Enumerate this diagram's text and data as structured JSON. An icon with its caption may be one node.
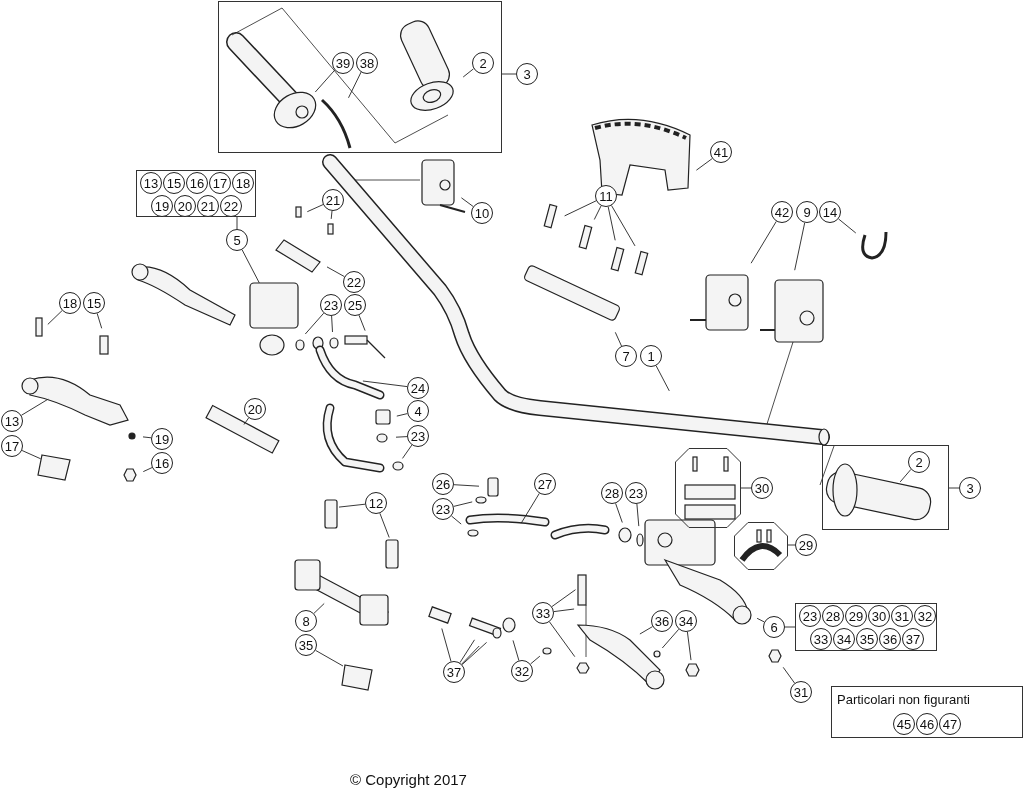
{
  "diagram": {
    "nodes": [
      {
        "text": [],
        "shape": "box"
      },
      {
        "text": [
          "39"
        ],
        "in": 0
      },
      {
        "text": [
          "38"
        ],
        "in": 0
      },
      {
        "text": [
          "2"
        ],
        "in": 0
      },
      {
        "text": [
          "3"
        ]
      },
      {
        "text": [],
        "shape": "box"
      },
      {
        "text": [
          "13"
        ],
        "in": 5
      },
      {
        "text": [
          "15"
        ],
        "in": 5
      },
      {
        "text": [
          "16"
        ],
        "in": 5
      },
      {
        "text": [
          "17"
        ],
        "in": 5
      },
      {
        "text": [
          "18"
        ],
        "in": 5
      },
      {
        "text": [
          "19"
        ],
        "in": 5
      },
      {
        "text": [
          "20"
        ],
        "in": 5
      },
      {
        "text": [
          "21"
        ],
        "in": 5
      },
      {
        "text": [
          "22"
        ],
        "in": 5
      },
      {
        "text": [
          "10"
        ]
      },
      {
        "text": [
          "41"
        ]
      },
      {
        "text": [
          "5"
        ]
      },
      {
        "text": [
          "21"
        ]
      },
      {
        "text": [
          "11"
        ]
      },
      {
        "text": [
          "42"
        ]
      },
      {
        "text": [
          "9"
        ]
      },
      {
        "text": [
          "14"
        ]
      },
      {
        "text": [
          "22"
        ]
      },
      {
        "text": [
          "18"
        ]
      },
      {
        "text": [
          "15"
        ]
      },
      {
        "text": [
          "23"
        ]
      },
      {
        "text": [
          "25"
        ]
      },
      {
        "text": [
          "7"
        ]
      },
      {
        "text": [
          "1"
        ]
      },
      {
        "text": [
          "24"
        ]
      },
      {
        "text": [
          "4"
        ]
      },
      {
        "text": [
          "13"
        ]
      },
      {
        "text": [
          "20"
        ]
      },
      {
        "text": [
          "23"
        ]
      },
      {
        "text": [
          "17"
        ]
      },
      {
        "text": [
          "19"
        ]
      },
      {
        "text": [
          "16"
        ]
      },
      {
        "text": [],
        "shape": "box"
      },
      {
        "text": [
          "2"
        ],
        "in": 38
      },
      {
        "text": [
          "3"
        ]
      },
      {
        "text": [],
        "shape": "octagon"
      },
      {
        "text": [
          "30"
        ]
      },
      {
        "text": [
          "26"
        ]
      },
      {
        "text": [
          "27"
        ]
      },
      {
        "text": [
          "28"
        ]
      },
      {
        "text": [
          "23"
        ]
      },
      {
        "text": [
          "23"
        ]
      },
      {
        "text": [
          "12"
        ]
      },
      {
        "text": [],
        "shape": "octagon"
      },
      {
        "text": [
          "29"
        ]
      },
      {
        "text": [
          "8"
        ]
      },
      {
        "text": [
          "33"
        ]
      },
      {
        "text": [
          "36"
        ]
      },
      {
        "text": [
          "34"
        ]
      },
      {
        "text": [
          "6"
        ]
      },
      {
        "text": [],
        "shape": "box"
      },
      {
        "text": [
          "23"
        ],
        "in": 56
      },
      {
        "text": [
          "28"
        ],
        "in": 56
      },
      {
        "text": [
          "29"
        ],
        "in": 56
      },
      {
        "text": [
          "30"
        ],
        "in": 56
      },
      {
        "text": [
          "31"
        ],
        "in": 56
      },
      {
        "text": [
          "32"
        ],
        "in": 56
      },
      {
        "text": [
          "33"
        ],
        "in": 56
      },
      {
        "text": [
          "34"
        ],
        "in": 56
      },
      {
        "text": [
          "35"
        ],
        "in": 56
      },
      {
        "text": [
          "36"
        ],
        "in": 56
      },
      {
        "text": [
          "37"
        ],
        "in": 56
      },
      {
        "text": [
          "35"
        ]
      },
      {
        "text": [
          "37"
        ]
      },
      {
        "text": [
          "32"
        ]
      },
      {
        "text": [
          "31"
        ]
      },
      {
        "text": [
          "Particolari non figuranti"
        ]
      },
      {
        "text": [
          "45"
        ],
        "in": 72
      },
      {
        "text": [
          "46"
        ],
        "in": 72
      },
      {
        "text": [
          "47"
        ],
        "in": 72
      }
    ],
    "edges": [
      {
        "from": 4,
        "to": 0,
        "arrow": "none"
      },
      {
        "from": 1,
        "to": null,
        "arrow": "none"
      },
      {
        "from": 2,
        "to": null,
        "arrow": "none"
      },
      {
        "from": 3,
        "to": null,
        "arrow": "none"
      },
      {
        "from": 15,
        "to": null,
        "arrow": "none"
      },
      {
        "from": 16,
        "to": null,
        "arrow": "none"
      },
      {
        "from": 5,
        "to": 17,
        "arrow": "none"
      },
      {
        "from": 17,
        "to": null,
        "arrow": "none"
      },
      {
        "from": 18,
        "to": null,
        "arrow": "none"
      },
      {
        "from": 18,
        "to": null,
        "arrow": "none"
      },
      {
        "from": 19,
        "to": null,
        "arrow": "none"
      },
      {
        "from": 19,
        "to": null,
        "arrow": "none"
      },
      {
        "from": 19,
        "to": null,
        "arrow": "none"
      },
      {
        "from": 19,
        "to": null,
        "arrow": "none"
      },
      {
        "from": 20,
        "to": null,
        "arrow": "none"
      },
      {
        "from": 21,
        "to": null,
        "arrow": "none"
      },
      {
        "from": 22,
        "to": null,
        "arrow": "none"
      },
      {
        "from": 23,
        "to": null,
        "arrow": "none"
      },
      {
        "from": 24,
        "to": null,
        "arrow": "none"
      },
      {
        "from": 25,
        "to": null,
        "arrow": "none"
      },
      {
        "from": 26,
        "to": null,
        "arrow": "none"
      },
      {
        "from": 26,
        "to": null,
        "arrow": "none"
      },
      {
        "from": 27,
        "to": null,
        "arrow": "none"
      },
      {
        "from": 28,
        "to": null,
        "arrow": "none"
      },
      {
        "from": 29,
        "to": null,
        "arrow": "none"
      },
      {
        "from": 30,
        "to": null,
        "arrow": "none"
      },
      {
        "from": 31,
        "to": null,
        "arrow": "none"
      },
      {
        "from": 32,
        "to": null,
        "arrow": "none"
      },
      {
        "from": 33,
        "to": null,
        "arrow": "none"
      },
      {
        "from": 34,
        "to": null,
        "arrow": "none"
      },
      {
        "from": 34,
        "to": null,
        "arrow": "none"
      },
      {
        "from": 35,
        "to": null,
        "arrow": "none"
      },
      {
        "from": 36,
        "to": null,
        "arrow": "none"
      },
      {
        "from": 37,
        "to": null,
        "arrow": "none"
      },
      {
        "from": 40,
        "to": 38,
        "arrow": "none"
      },
      {
        "from": 39,
        "to": null,
        "arrow": "none"
      },
      {
        "from": 42,
        "to": 41,
        "arrow": "none"
      },
      {
        "from": 43,
        "to": null,
        "arrow": "none"
      },
      {
        "from": 44,
        "to": null,
        "arrow": "none"
      },
      {
        "from": 45,
        "to": null,
        "arrow": "none"
      },
      {
        "from": 46,
        "to": null,
        "arrow": "none"
      },
      {
        "from": 47,
        "to": null,
        "arrow": "none"
      },
      {
        "from": 47,
        "to": null,
        "arrow": "none"
      },
      {
        "from": 48,
        "to": null,
        "arrow": "none"
      },
      {
        "from": 48,
        "to": null,
        "arrow": "none"
      },
      {
        "from": 50,
        "to": 49,
        "arrow": "none"
      },
      {
        "from": 51,
        "to": null,
        "arrow": "none"
      },
      {
        "from": 52,
        "to": null,
        "arrow": "none"
      },
      {
        "from": 52,
        "to": null,
        "arrow": "none"
      },
      {
        "from": 52,
        "to": null,
        "arrow": "none"
      },
      {
        "from": 53,
        "to": null,
        "arrow": "none"
      },
      {
        "from": 54,
        "to": null,
        "arrow": "none"
      },
      {
        "from": 54,
        "to": null,
        "arrow": "none"
      },
      {
        "from": 55,
        "to": 56,
        "arrow": "none"
      },
      {
        "from": 55,
        "to": null,
        "arrow": "none"
      },
      {
        "from": 68,
        "to": null,
        "arrow": "none"
      },
      {
        "from": 69,
        "to": null,
        "arrow": "none"
      },
      {
        "from": 69,
        "to": null,
        "arrow": "none"
      },
      {
        "from": 69,
        "to": null,
        "arrow": "none"
      },
      {
        "from": 69,
        "to": null,
        "arrow": "none"
      },
      {
        "from": 70,
        "to": null,
        "arrow": "none"
      },
      {
        "from": 70,
        "to": null,
        "arrow": "none"
      },
      {
        "from": 71,
        "to": null,
        "arrow": "none"
      }
    ],
    "labels": [
      "© Copyright 2017"
    ]
  }
}
